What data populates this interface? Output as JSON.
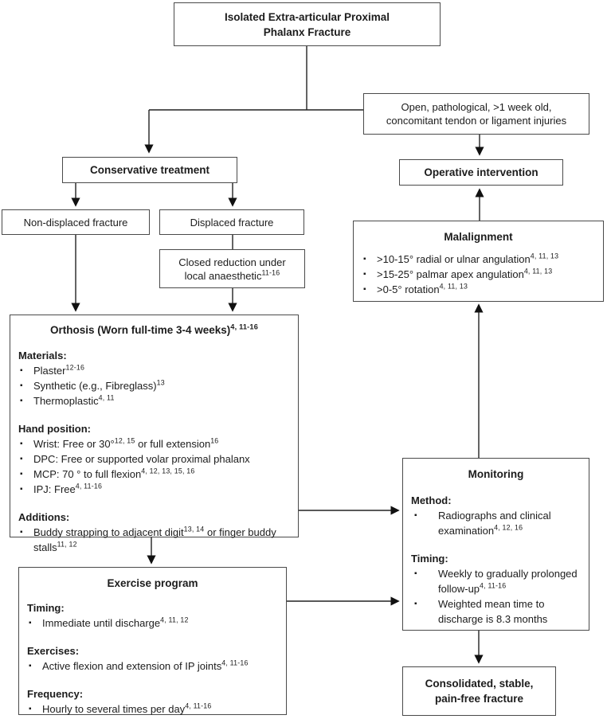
{
  "theme": {
    "background": "#ffffff",
    "box_border": "#4a4a4a",
    "text_color": "#1c1c1c",
    "connector_color": "#222222"
  },
  "boxes": {
    "title": {
      "label": "Isolated Extra-articular Proximal Phalanx Fracture"
    },
    "open_criteria": {
      "label": "Open, pathological, >1 week old, concomitant tendon or ligament injuries"
    },
    "conservative": {
      "label": "Conservative treatment"
    },
    "operative": {
      "label": "Operative intervention"
    },
    "non_displaced": {
      "label": "Non-displaced fracture"
    },
    "displaced": {
      "label": "Displaced fracture"
    },
    "closed_reduction": {
      "segments": [
        {
          "text": "Closed reduction under local anaesthetic"
        },
        {
          "sup": "11-16"
        }
      ]
    },
    "malalignment": {
      "title": "Malalignment",
      "items": [
        {
          "segments": [
            {
              "text": ">10-15° radial or ulnar angulation"
            },
            {
              "sup": "4, 11, 13"
            }
          ]
        },
        {
          "segments": [
            {
              "text": ">15-25° palmar apex angulation"
            },
            {
              "sup": "4, 11, 13"
            }
          ]
        },
        {
          "segments": [
            {
              "text": ">0-5° rotation"
            },
            {
              "sup": "4, 11, 13"
            }
          ]
        }
      ]
    },
    "orthosis": {
      "title_segments": [
        {
          "text": "Orthosis (Worn full-time 3-4 weeks)"
        },
        {
          "sup": "4, 11-16"
        }
      ],
      "sections": [
        {
          "heading": "Materials:",
          "items": [
            {
              "segments": [
                {
                  "text": "Plaster"
                },
                {
                  "sup": "12-16"
                }
              ]
            },
            {
              "segments": [
                {
                  "text": "Synthetic (e.g., Fibreglass)"
                },
                {
                  "sup": "13"
                }
              ]
            },
            {
              "segments": [
                {
                  "text": "Thermoplastic"
                },
                {
                  "sup": "4, 11"
                }
              ]
            }
          ]
        },
        {
          "heading": "Hand position:",
          "items": [
            {
              "segments": [
                {
                  "text": "Wrist: Free or 30°"
                },
                {
                  "sup": "12, 15"
                },
                {
                  "text": " or full extension"
                },
                {
                  "sup": "16"
                }
              ]
            },
            {
              "segments": [
                {
                  "text": "DPC: Free or supported volar proximal phalanx"
                }
              ]
            },
            {
              "segments": [
                {
                  "text": "MCP: 70 ° to full flexion"
                },
                {
                  "sup": "4, 12, 13, 15, 16"
                }
              ]
            },
            {
              "segments": [
                {
                  "text": "IPJ: Free"
                },
                {
                  "sup": "4, 11-16"
                }
              ]
            }
          ]
        },
        {
          "heading": "Additions:",
          "items": [
            {
              "segments": [
                {
                  "text": "Buddy strapping to adjacent digit"
                },
                {
                  "sup": "13, 14"
                },
                {
                  "text": " or finger buddy stalls"
                },
                {
                  "sup": "11, 12"
                }
              ]
            }
          ]
        }
      ]
    },
    "exercise": {
      "title": "Exercise program",
      "sections": [
        {
          "heading": "Timing:",
          "items": [
            {
              "segments": [
                {
                  "text": "Immediate until discharge"
                },
                {
                  "sup": "4, 11, 12"
                }
              ]
            }
          ]
        },
        {
          "heading": "Exercises:",
          "items": [
            {
              "segments": [
                {
                  "text": "Active flexion and extension of IP joints"
                },
                {
                  "sup": "4, 11-16"
                }
              ]
            }
          ]
        },
        {
          "heading": "Frequency:",
          "items": [
            {
              "segments": [
                {
                  "text": "Hourly to several times per day"
                },
                {
                  "sup": "4, 11-16"
                }
              ]
            }
          ]
        }
      ]
    },
    "monitoring": {
      "title": "Monitoring",
      "sections": [
        {
          "heading": "Method:",
          "items": [
            {
              "segments": [
                {
                  "text": "Radiographs and clinical examination"
                },
                {
                  "sup": "4, 12, 16"
                }
              ]
            }
          ]
        },
        {
          "heading": "Timing:",
          "items": [
            {
              "segments": [
                {
                  "text": "Weekly to gradually prolonged follow-up"
                },
                {
                  "sup": "4, 11-16"
                }
              ]
            },
            {
              "segments": [
                {
                  "text": "Weighted mean time to discharge is 8.3 months"
                }
              ]
            }
          ]
        }
      ]
    },
    "consolidated": {
      "label": "Consolidated, stable, pain-free fracture"
    }
  }
}
